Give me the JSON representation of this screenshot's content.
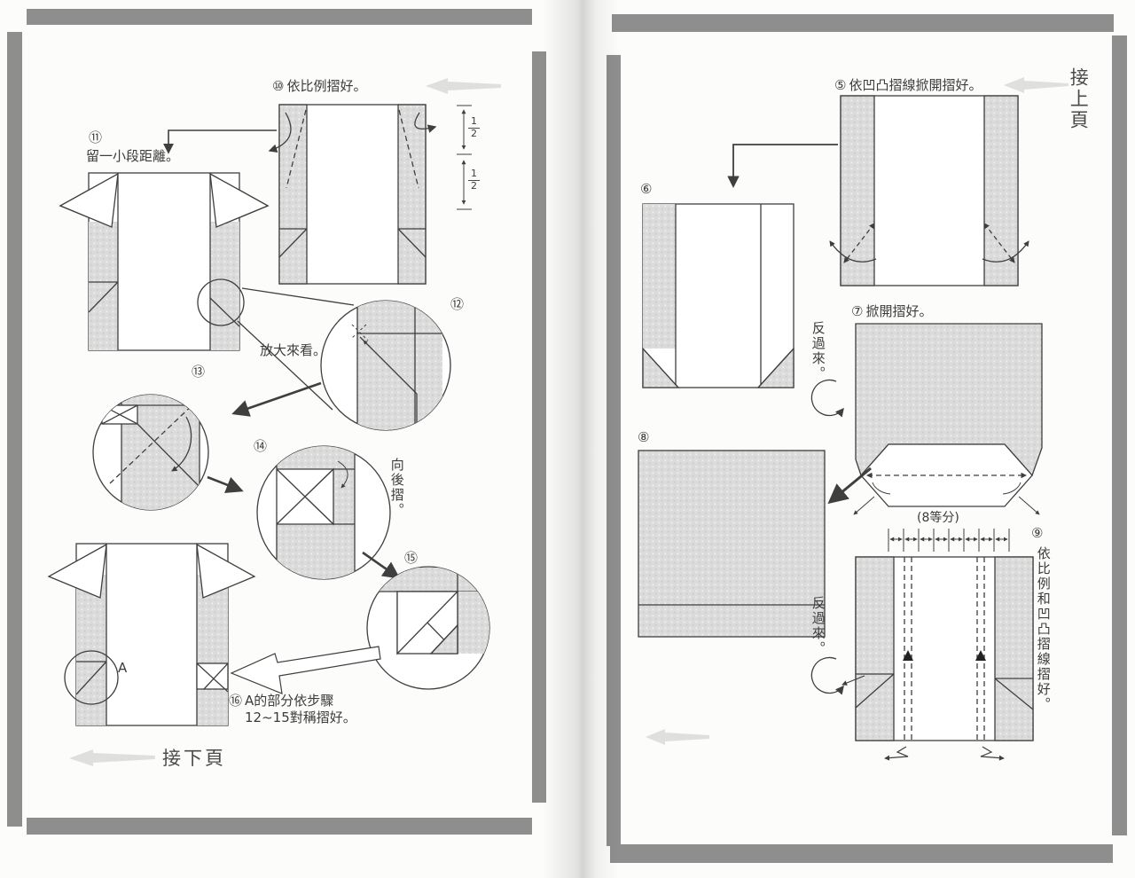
{
  "meta": {
    "description": "Scanned two-page spread of a Chinese origami instruction book"
  },
  "colors": {
    "bar_gray": "#8e8e8e",
    "halftone_gray": "#dbdbdb",
    "line": "#3f3f3f",
    "paper": "#fcfcfa"
  },
  "left_page": {
    "footer_link": "接下頁",
    "fraction": {
      "numerator": "1",
      "denominator": "2"
    },
    "steps": {
      "s10": {
        "num": "⑩",
        "label": "依比例摺好。"
      },
      "s11": {
        "num": "⑪",
        "label": "留一小段距離。"
      },
      "s12": {
        "num": "⑫",
        "note": "放大來看。"
      },
      "s13": {
        "num": "⑬"
      },
      "s14": {
        "num": "⑭",
        "note": "向後摺。"
      },
      "s15": {
        "num": "⑮"
      },
      "s16": {
        "num": "⑯",
        "label_line1": "A的部分依步驟",
        "label_line2": "12~15對稱摺好。",
        "point_label": "A"
      }
    }
  },
  "right_page": {
    "header_link": "接上頁",
    "turn_over_note": "反過來。",
    "divisions_label": "(8等分)",
    "steps": {
      "s5": {
        "num": "⑤",
        "label": "依凹凸摺線掀開摺好。"
      },
      "s6": {
        "num": "⑥"
      },
      "s7": {
        "num": "⑦",
        "label": "掀開摺好。"
      },
      "s8": {
        "num": "⑧"
      },
      "s9": {
        "num": "⑨",
        "label": "依比例和凹凸摺線摺好。"
      }
    }
  }
}
